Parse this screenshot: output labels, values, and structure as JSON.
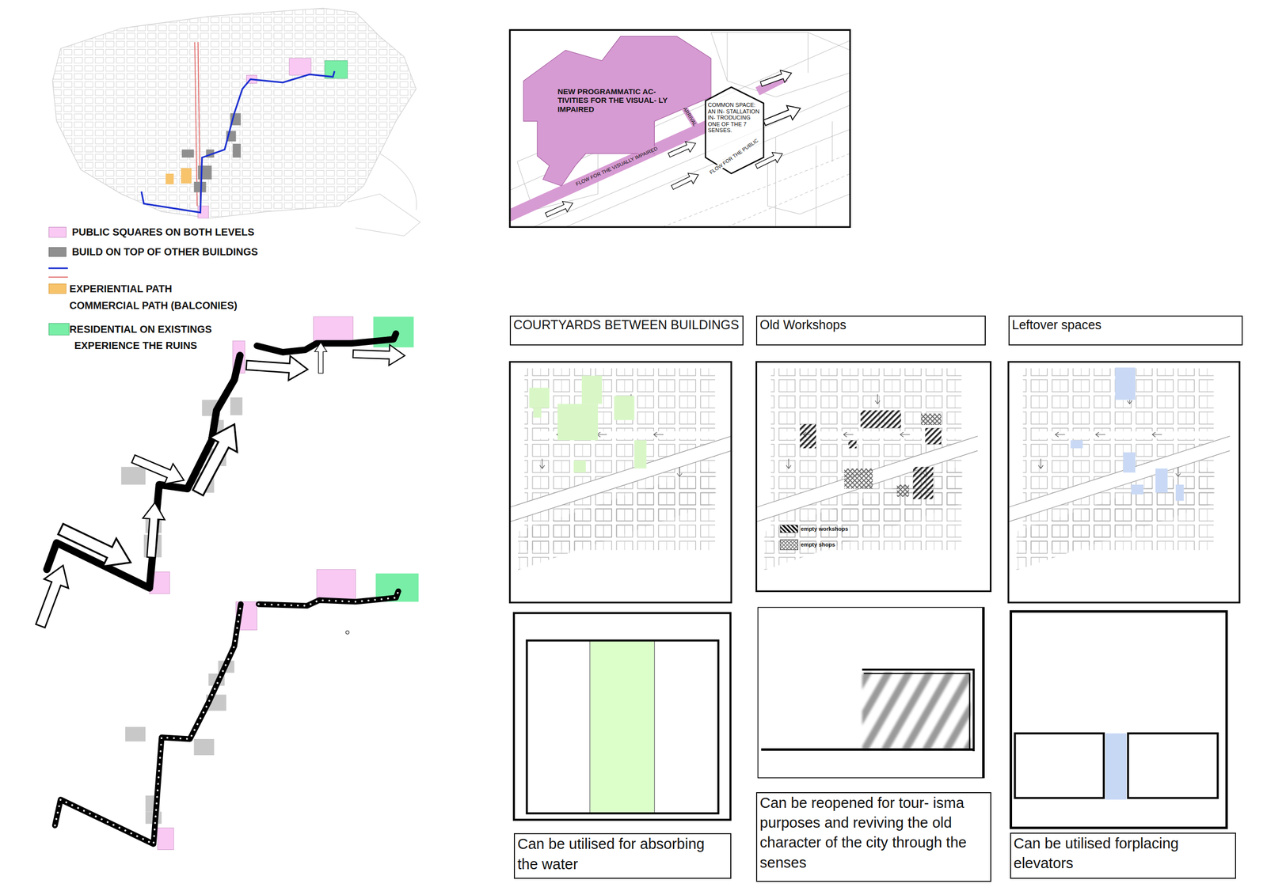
{
  "diagram": {
    "nodes": [
      {
        "text": [
          "NEW PROGRAMMATIC AC- TIVITIES FOR THE VISUAL- LY IMPAIRED"
        ]
      },
      {
        "text": [
          "COMMON SPACE: AN IN- STALLATION IN- TRODUCING ONE OF THE 7 SENSES."
        ]
      },
      {
        "text": [
          "COURTYARDS BETWEEN BUILDINGS"
        ]
      },
      {
        "text": [
          "Old Workshops"
        ]
      },
      {
        "text": [
          "Leftover spaces"
        ]
      },
      {
        "text": [
          "Can be utilised for absorbing the water"
        ]
      },
      {
        "text": [
          "Can be reopened for tour- isma purposes and reviving the old character of the city through the senses"
        ]
      },
      {
        "text": [
          "Can be utilised forplacing elevators"
        ]
      }
    ],
    "labels": [
      "COMMERCIAL PATH (BALCONIES)",
      "EXPERIENCE THE RUINS",
      "ARRIVAL",
      "FLOW FOR THE VISUALLY IMPAIRED",
      "FLOW FOR THE PUBLIC"
    ],
    "legend": [
      {
        "text": "PUBLIC SQUARES ON BOTH LEVELS",
        "color": "#f9c9f3"
      },
      {
        "text": "BUILD ON TOP OF OTHER BUILDINGS",
        "color": "#8f8f8f"
      },
      {
        "text": "EXPERIENTIAL PATH",
        "color": "#f7c36b"
      },
      {
        "text": "RESIDENTIAL ON EXISTINGS",
        "color": "#78eea6"
      },
      {
        "text": "empty workshops"
      },
      {
        "text": "empty shops"
      }
    ]
  }
}
